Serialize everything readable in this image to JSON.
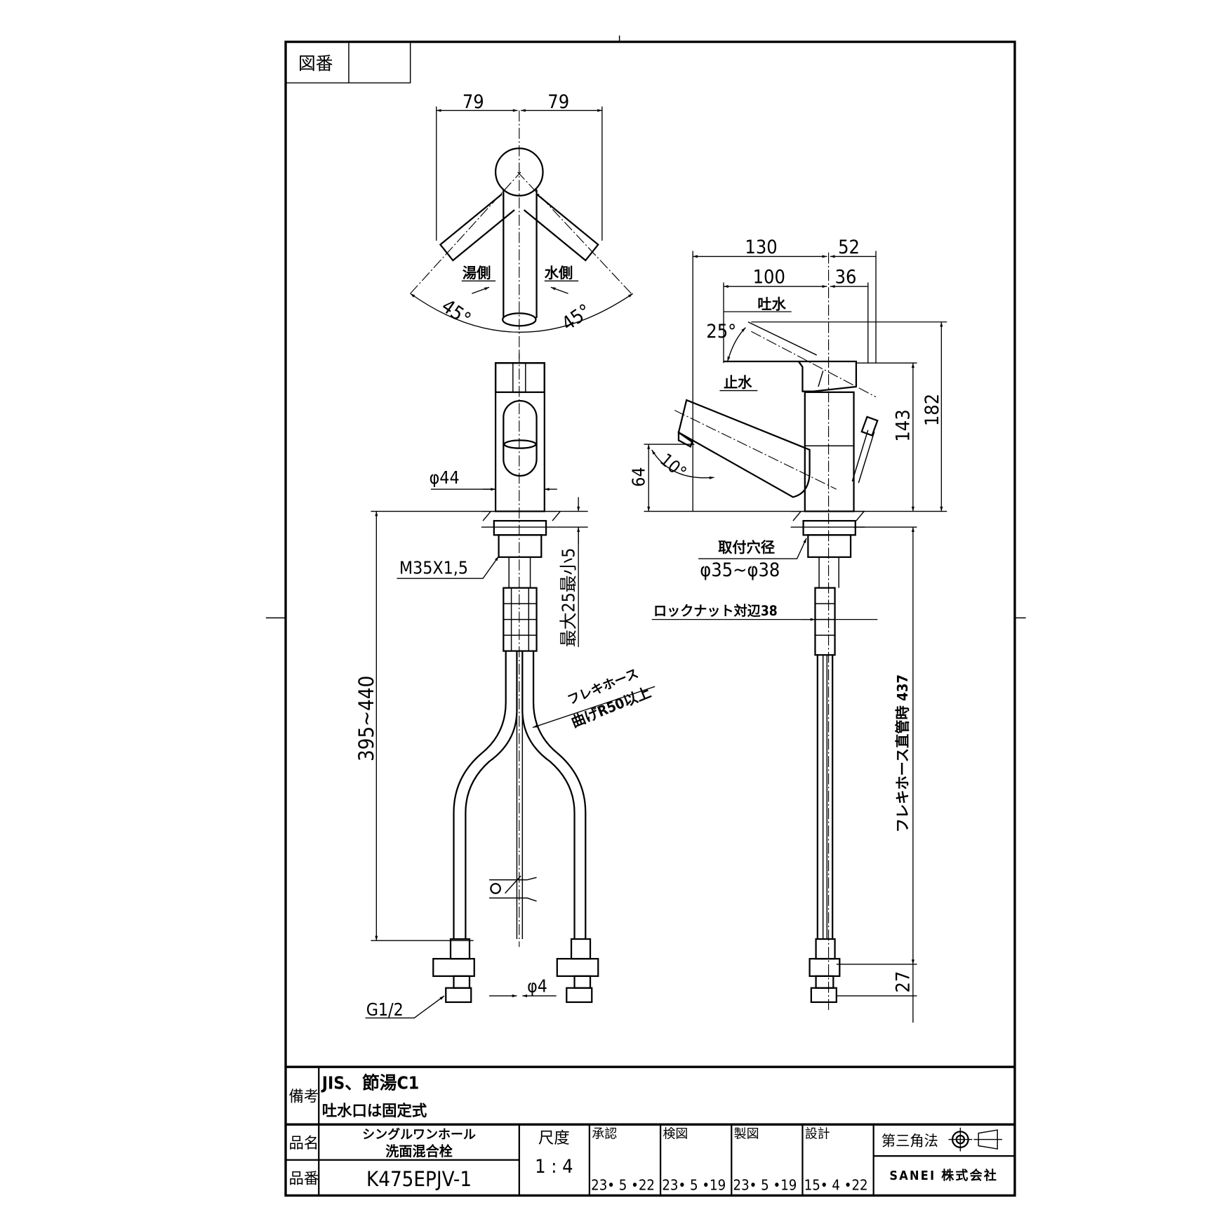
{
  "drawing_number_label": "図番",
  "drawing_number_value": "",
  "top_view": {
    "dim_left": "79",
    "dim_right": "79",
    "hot_side": "湯側",
    "cold_side": "水側",
    "angle_left": "45°",
    "angle_right": "45°"
  },
  "front_view": {
    "dia_body": "φ44",
    "thread": "M35X1,5",
    "max_thickness": "最大25最小5",
    "length_range": "395~440",
    "hose_note_1": "フレキホース",
    "hose_note_2": "曲げR50以上",
    "dia_rod": "φ4",
    "connection": "G1/2"
  },
  "side_view": {
    "dim_130": "130",
    "dim_52": "52",
    "dim_100": "100",
    "dim_36": "36",
    "spout_on": "吐水",
    "spout_off": "止水",
    "lever_angle": "25°",
    "spout_angle": "10°",
    "height_64": "64",
    "height_143": "143",
    "height_182": "182",
    "mount_hole_label": "取付穴径",
    "mount_hole_value": "φ35~φ38",
    "locknut": "ロックナット対辺38",
    "hose_length": "フレキホース直管時 437",
    "dim_27": "27"
  },
  "title_block": {
    "remarks_label": "備考",
    "remarks_line1": "JIS、節湯C1",
    "remarks_line2": "吐水口は固定式",
    "name_label": "品名",
    "name_line1": "シングルワンホール",
    "name_line2": "洗面混合栓",
    "part_label": "品番",
    "part_number": "K475EPJV-1",
    "scale_label": "尺度",
    "scale_value": "1 : 4",
    "approvals": [
      {
        "label": "承認",
        "date": "23• 5 •22"
      },
      {
        "label": "検図",
        "date": "23• 5 •19"
      },
      {
        "label": "製図",
        "date": "23• 5 •19"
      },
      {
        "label": "設計",
        "date": "15• 4 •22"
      }
    ],
    "projection": "第三角法",
    "company": "SANEI 株式会社"
  }
}
